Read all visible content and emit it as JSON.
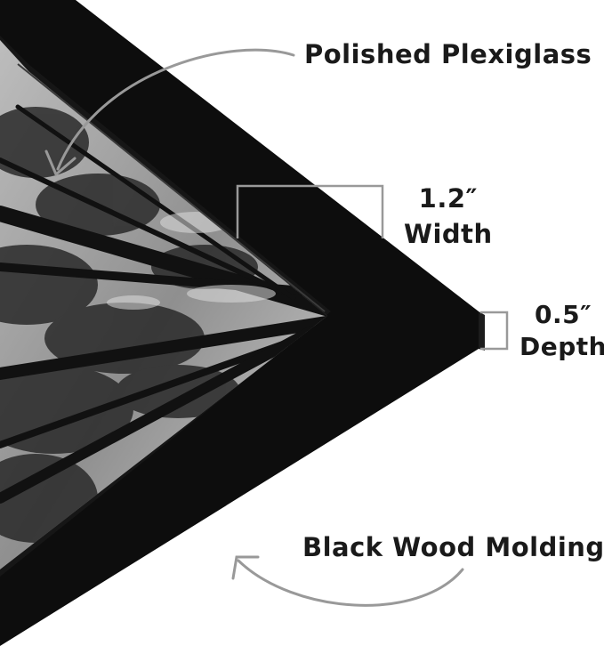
{
  "labels": {
    "plexiglass": "Polished Plexiglass",
    "width_value": "1.2″",
    "width_label": "Width",
    "depth_value": "0.5″",
    "depth_label": "Depth",
    "molding": "Black Wood Molding"
  },
  "colors": {
    "background": "#ffffff",
    "frame": "#0d0d0d",
    "frame_edge": "#1c1c1c",
    "callout_line": "#999999",
    "text": "#1a1a1a"
  },
  "icons": {
    "plexiglass_pointer": "curved-arrow-icon",
    "molding_pointer": "curved-arrow-icon"
  }
}
